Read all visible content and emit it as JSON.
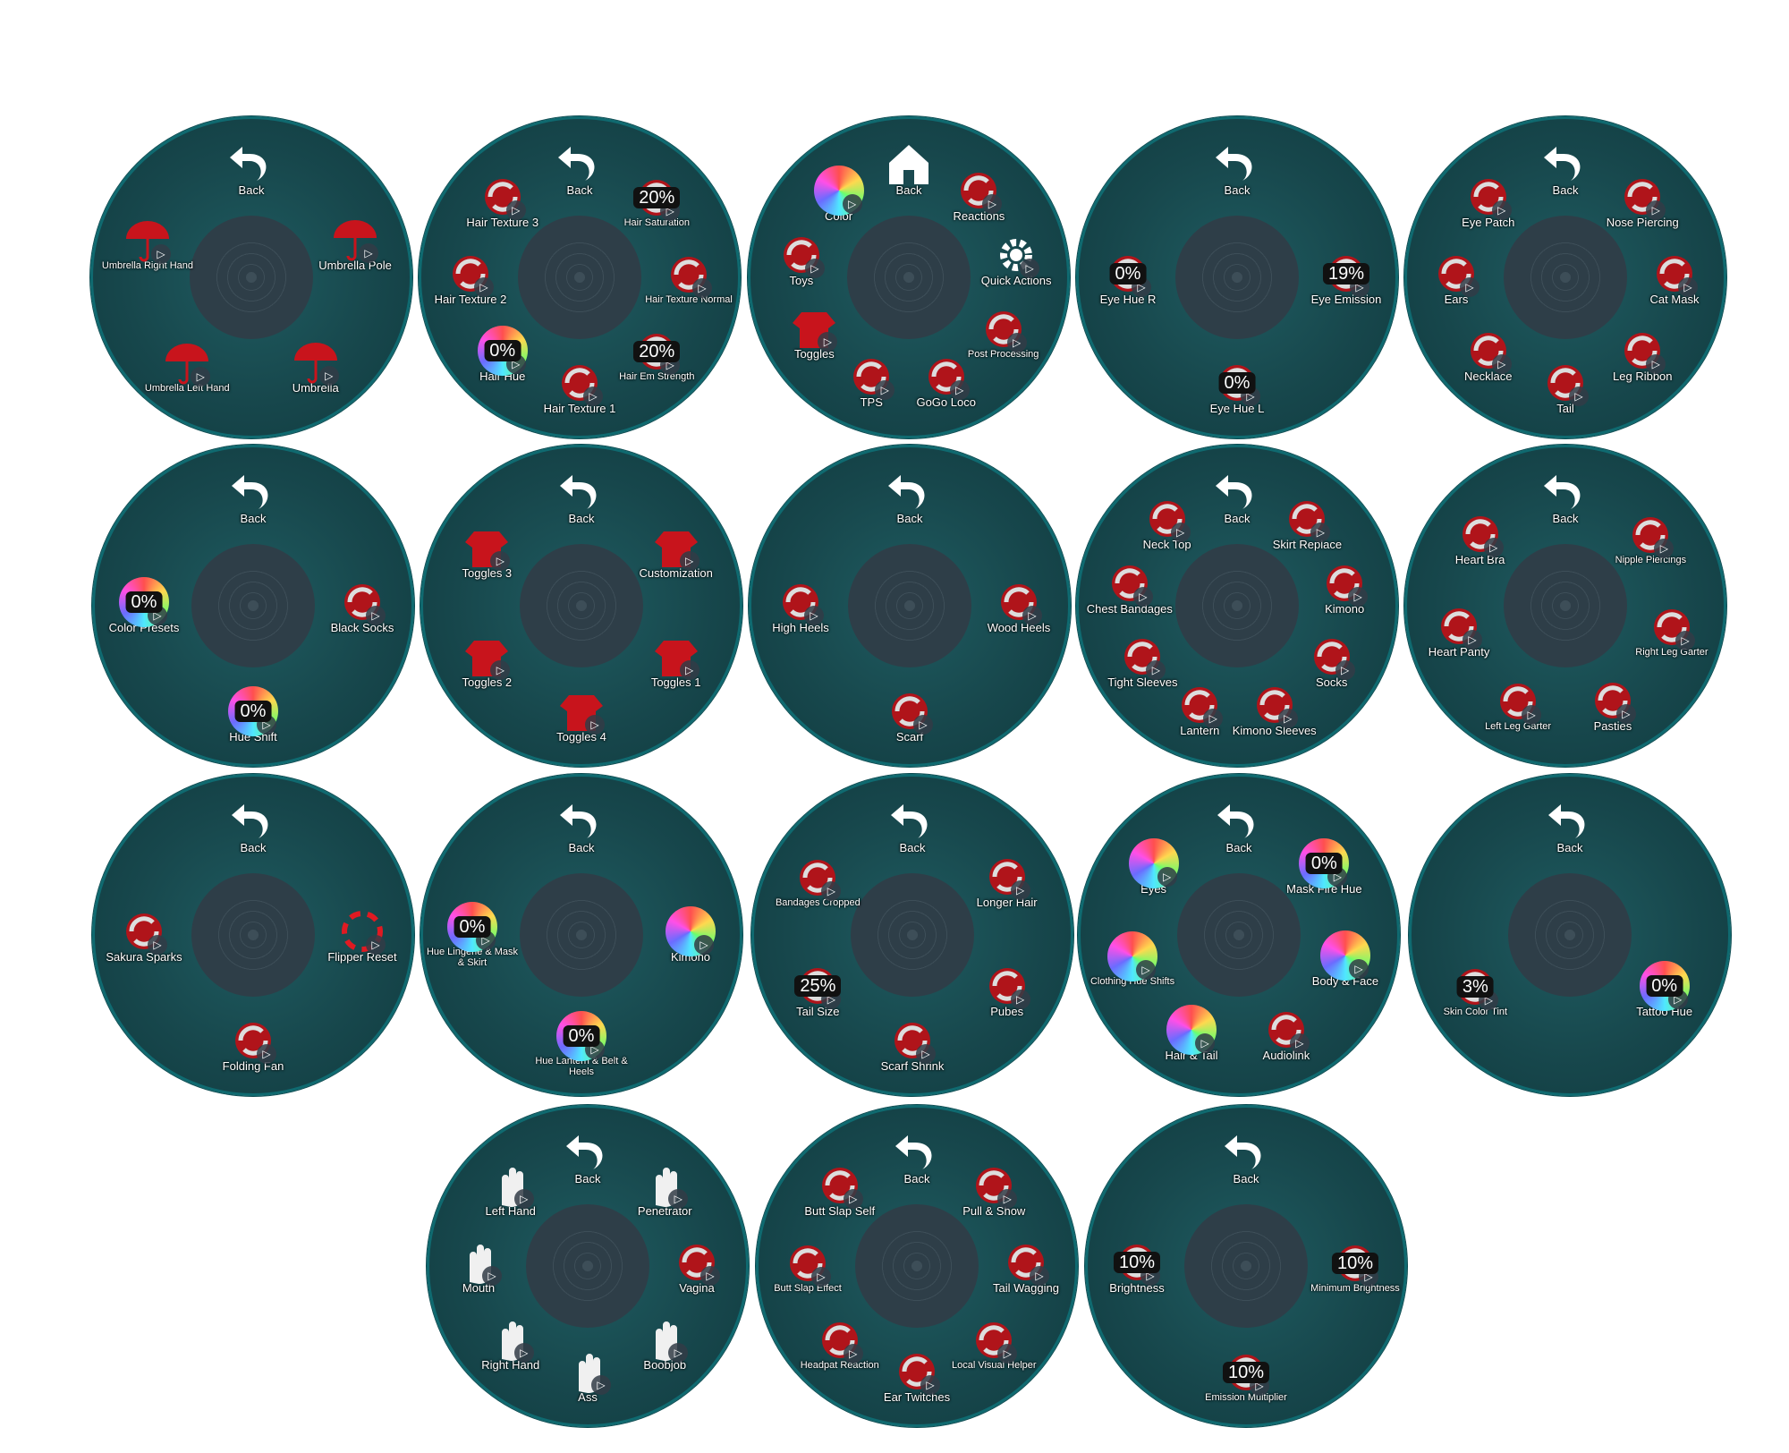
{
  "menus": [
    {
      "id": "umbrella",
      "items": [
        {
          "label": "Back",
          "icon": "back-arrow-icon"
        },
        {
          "label": "Umbrella Pole",
          "icon": "umbrella-icon"
        },
        {
          "label": "Umbrella",
          "icon": "umbrella-icon"
        },
        {
          "label": "Umbrella Left Hand",
          "icon": "umbrella-icon"
        },
        {
          "label": "Umbrella Right Hand",
          "icon": "umbrella-icon"
        }
      ]
    },
    {
      "id": "hair",
      "items": [
        {
          "label": "Back",
          "icon": "back-arrow-icon"
        },
        {
          "label": "Hair Saturation",
          "icon": "hair-icon",
          "pct": "20%"
        },
        {
          "label": "Hair Texture Normal",
          "icon": "cycle-icon"
        },
        {
          "label": "Hair Em Strength",
          "icon": "hair-icon",
          "pct": "20%"
        },
        {
          "label": "Hair Texture 1",
          "icon": "hair-icon"
        },
        {
          "label": "Hair Hue",
          "icon": "rainbow-icon",
          "pct": "0%"
        },
        {
          "label": "Hair Texture 2",
          "icon": "hair-icon"
        },
        {
          "label": "Hair Texture 3",
          "icon": "hair-icon"
        }
      ]
    },
    {
      "id": "main",
      "items": [
        {
          "label": "Back",
          "icon": "home-icon"
        },
        {
          "label": "Reactions",
          "icon": "hand-icon"
        },
        {
          "label": "Quick Actions",
          "icon": "gear-icon"
        },
        {
          "label": "Post Processing",
          "icon": "sliders-icon"
        },
        {
          "label": "GoGo Loco",
          "icon": "gogo-icon"
        },
        {
          "label": "TPS",
          "icon": "face-icon"
        },
        {
          "label": "Toggles",
          "icon": "shirt-icon"
        },
        {
          "label": "Toys",
          "icon": "toy-icon"
        },
        {
          "label": "Color",
          "icon": "rainbow-icon"
        }
      ]
    },
    {
      "id": "eyes",
      "items": [
        {
          "label": "Back",
          "icon": "back-arrow-icon"
        },
        {
          "label": "Eye Emission",
          "icon": "emission-icon",
          "pct": "19%"
        },
        {
          "label": "Eye Hue L",
          "icon": "eye-icon",
          "pct": "0%"
        },
        {
          "label": "Eye Hue R",
          "icon": "eye-icon",
          "pct": "0%"
        }
      ]
    },
    {
      "id": "accessories",
      "items": [
        {
          "label": "Back",
          "icon": "back-arrow-icon"
        },
        {
          "label": "Nose Piercing",
          "icon": "cycle-icon"
        },
        {
          "label": "Cat Mask",
          "icon": "cycle-icon"
        },
        {
          "label": "Leg Ribbon",
          "icon": "cycle-icon"
        },
        {
          "label": "Tail",
          "icon": "cycle-icon"
        },
        {
          "label": "Necklace",
          "icon": "cycle-icon"
        },
        {
          "label": "Ears",
          "icon": "cycle-icon"
        },
        {
          "label": "Eye Patch",
          "icon": "cycle-icon"
        }
      ]
    },
    {
      "id": "socks",
      "items": [
        {
          "label": "Back",
          "icon": "back-arrow-icon"
        },
        {
          "label": "Black Socks",
          "icon": "socks-icon"
        },
        {
          "label": "Hue Shift",
          "icon": "rainbow-icon",
          "pct": "0%"
        },
        {
          "label": "Color Presets",
          "icon": "color-presets-icon",
          "pct": "0%"
        }
      ]
    },
    {
      "id": "toggles",
      "items": [
        {
          "label": "Back",
          "icon": "back-arrow-icon"
        },
        {
          "label": "Customization",
          "icon": "shirt-icon"
        },
        {
          "label": "Toggles 1",
          "icon": "shirt-icon"
        },
        {
          "label": "Toggles 4",
          "icon": "shirt-icon"
        },
        {
          "label": "Toggles 2",
          "icon": "shirt-icon"
        },
        {
          "label": "Toggles 3",
          "icon": "shirt-icon"
        }
      ]
    },
    {
      "id": "heels",
      "items": [
        {
          "label": "Back",
          "icon": "back-arrow-icon"
        },
        {
          "label": "Wood Heels",
          "icon": "cycle-icon"
        },
        {
          "label": "Scarf",
          "icon": "cycle-icon"
        },
        {
          "label": "High Heels",
          "icon": "heel-icon"
        }
      ]
    },
    {
      "id": "kimono",
      "items": [
        {
          "label": "Back",
          "icon": "back-arrow-icon"
        },
        {
          "label": "Skirt Replace",
          "icon": "skirt-icon"
        },
        {
          "label": "Kimono",
          "icon": "cycle-icon"
        },
        {
          "label": "Socks",
          "icon": "cycle-icon"
        },
        {
          "label": "Kimono Sleeves",
          "icon": "cycle-icon"
        },
        {
          "label": "Lantern",
          "icon": "cycle-icon"
        },
        {
          "label": "Tight Sleeves",
          "icon": "cycle-icon"
        },
        {
          "label": "Chest Bandages",
          "icon": "cycle-icon"
        },
        {
          "label": "Neck Top",
          "icon": "cycle-icon"
        }
      ]
    },
    {
      "id": "lingerie",
      "items": [
        {
          "label": "Back",
          "icon": "back-arrow-icon"
        },
        {
          "label": "Nipple Piercings",
          "icon": "piercing-icon"
        },
        {
          "label": "Right Leg Garter",
          "icon": "cycle-icon"
        },
        {
          "label": "Pasties",
          "icon": "cycle-icon"
        },
        {
          "label": "Left Leg Garter",
          "icon": "cycle-icon"
        },
        {
          "label": "Heart Panty",
          "icon": "cycle-icon"
        },
        {
          "label": "Heart Bra",
          "icon": "bra-icon"
        }
      ]
    },
    {
      "id": "fan",
      "items": [
        {
          "label": "Back",
          "icon": "back-arrow-icon"
        },
        {
          "label": "Flipper Reset",
          "icon": "reset-ring-icon"
        },
        {
          "label": "Folding Fan",
          "icon": "cycle-icon"
        },
        {
          "label": "Sakura Sparks",
          "icon": "cycle-icon"
        }
      ]
    },
    {
      "id": "colors",
      "items": [
        {
          "label": "Back",
          "icon": "back-arrow-icon"
        },
        {
          "label": "Kimono",
          "icon": "rainbow-icon"
        },
        {
          "label": "Hue Lantern & Belt & Heels",
          "icon": "rainbow-icon",
          "pct": "0%"
        },
        {
          "label": "Hue Lingerie & Mask & Skirt",
          "icon": "rainbow-icon",
          "pct": "0%"
        }
      ]
    },
    {
      "id": "body",
      "items": [
        {
          "label": "Back",
          "icon": "back-arrow-icon"
        },
        {
          "label": "Longer Hair",
          "icon": "hair-icon"
        },
        {
          "label": "Pubes",
          "icon": "paw-icon"
        },
        {
          "label": "Scarf Shrink",
          "icon": "ribbon-icon"
        },
        {
          "label": "Tail Size",
          "icon": "tail-icon",
          "pct": "25%"
        },
        {
          "label": "Bandages Cropped",
          "icon": "bandage-icon"
        }
      ]
    },
    {
      "id": "colorsub",
      "items": [
        {
          "label": "Back",
          "icon": "back-arrow-icon"
        },
        {
          "label": "Mask Fire Hue",
          "icon": "rainbow-icon",
          "pct": "0%"
        },
        {
          "label": "Body & Face",
          "icon": "rainbow-icon"
        },
        {
          "label": "Audiolink",
          "icon": "audiolink-icon"
        },
        {
          "label": "Hair & Tail",
          "icon": "rainbow-icon"
        },
        {
          "label": "Clothing Hue Shifts",
          "icon": "rainbow-icon"
        },
        {
          "label": "Eyes",
          "icon": "rainbow-icon"
        }
      ]
    },
    {
      "id": "skin",
      "items": [
        {
          "label": "Back",
          "icon": "back-arrow-icon"
        },
        {
          "label": "Tattoo Hue",
          "icon": "rainbow-icon",
          "pct": "0%"
        },
        {
          "label": "Skin Color Tint",
          "icon": "sliders-icon",
          "pct": "3%"
        }
      ]
    },
    {
      "id": "sps",
      "items": [
        {
          "label": "Back",
          "icon": "back-arrow-icon"
        },
        {
          "label": "Penetrator",
          "icon": "outline-icon"
        },
        {
          "label": "Vagina",
          "icon": "cat-icon"
        },
        {
          "label": "Boobjob",
          "icon": "outline-icon"
        },
        {
          "label": "Ass",
          "icon": "outline-icon"
        },
        {
          "label": "Right Hand",
          "icon": "hand-white-icon"
        },
        {
          "label": "Mouth",
          "icon": "lips-icon"
        },
        {
          "label": "Left Hand",
          "icon": "hand-white-icon"
        }
      ]
    },
    {
      "id": "actions",
      "items": [
        {
          "label": "Back",
          "icon": "back-arrow-icon"
        },
        {
          "label": "Pull & Show",
          "icon": "cycle-icon"
        },
        {
          "label": "Tail Wagging",
          "icon": "cycle-icon"
        },
        {
          "label": "Local Visual Helper",
          "icon": "hand-icon"
        },
        {
          "label": "Ear Twitches",
          "icon": "cycle-icon"
        },
        {
          "label": "Headpat Reaction",
          "icon": "cycle-icon"
        },
        {
          "label": "Butt Slap Effect",
          "icon": "cycle-icon"
        },
        {
          "label": "Butt Slap Self",
          "icon": "cycle-icon"
        }
      ]
    },
    {
      "id": "brightness",
      "items": [
        {
          "label": "Back",
          "icon": "back-arrow-icon"
        },
        {
          "label": "Minimum Brightness",
          "icon": "hair-icon",
          "pct": "10%"
        },
        {
          "label": "Emission Multiplier",
          "icon": "emission-icon",
          "pct": "10%"
        },
        {
          "label": "Brightness",
          "icon": "sparks-icon",
          "pct": "10%"
        }
      ]
    }
  ]
}
